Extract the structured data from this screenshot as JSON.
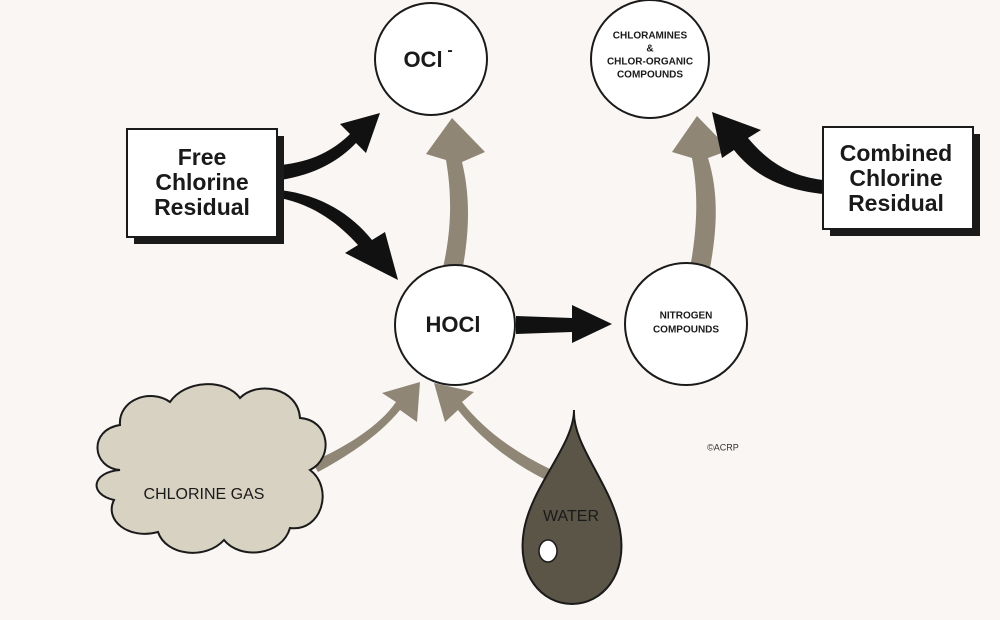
{
  "nodes": {
    "ocl": {
      "label": "OCl",
      "superscript": "-"
    },
    "chloramines": {
      "lines": [
        "CHLORAMINES",
        "&",
        "CHLOR-ORGANIC",
        "COMPOUNDS"
      ]
    },
    "hocl": {
      "label": "HOCl"
    },
    "nitrogen": {
      "lines": [
        "NITROGEN",
        "COMPOUNDS"
      ]
    },
    "free_residual": {
      "lines": [
        "Free",
        "Chlorine",
        "Residual"
      ]
    },
    "combined_residual": {
      "lines": [
        "Combined",
        "Chlorine",
        "Residual"
      ]
    },
    "chlorine_gas": {
      "label": "CHLORINE GAS"
    },
    "water": {
      "label": "WATER"
    }
  },
  "copyright": "©ACRP",
  "colors": {
    "background": "#f9f6f3",
    "dark_arrow": "#111111",
    "tan_arrow": "#8f8676",
    "cloud_fill": "#d8d2c3",
    "drop_fill": "#5b5547",
    "outline": "#1a1a1a"
  }
}
